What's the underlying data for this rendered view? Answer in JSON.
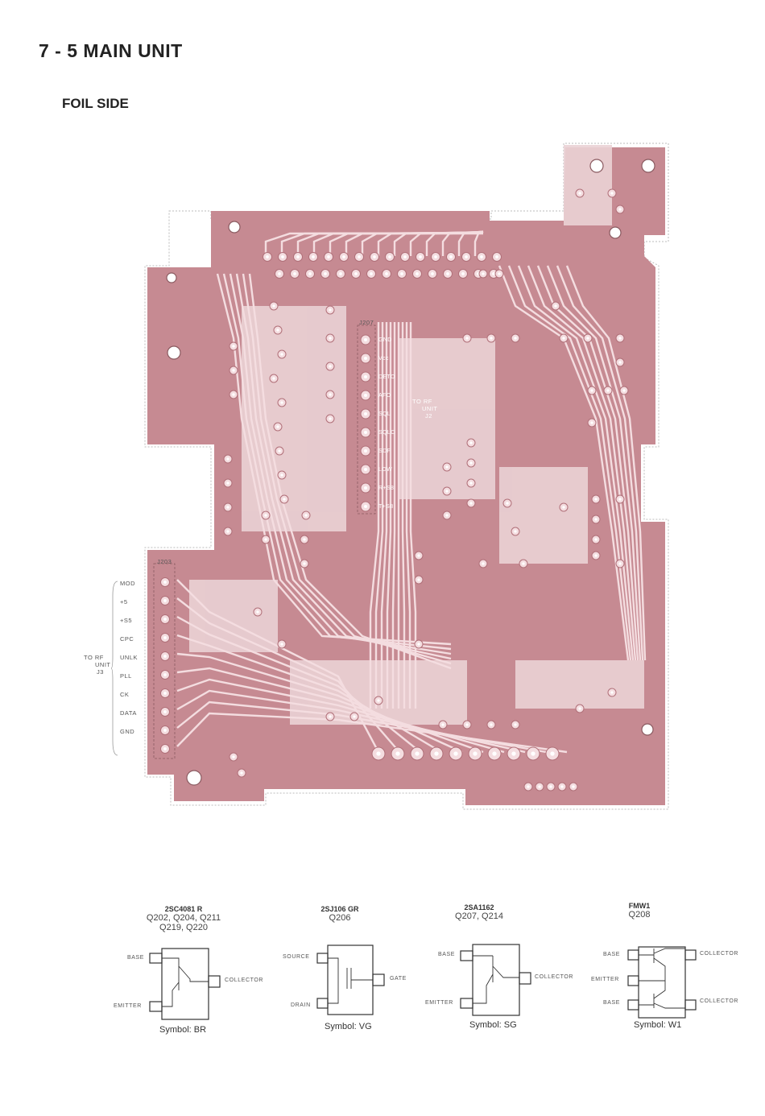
{
  "header": {
    "title": "7 - 5   MAIN UNIT",
    "subtitle": "FOIL SIDE"
  },
  "j207": {
    "ref": "J207",
    "pins": [
      "GND",
      "Vcc",
      "DETO",
      "AFO",
      "SQL",
      "SQLC",
      "SDF",
      "LOW",
      "R+S8",
      "T+S8"
    ],
    "dest": [
      "TO RF",
      "UNIT",
      "J2"
    ]
  },
  "j203": {
    "ref": "J203",
    "pins": [
      "MOD",
      "+5",
      "+S5",
      "CPC",
      "UNLK",
      "PLL",
      "CK",
      "DATA",
      "GND"
    ],
    "dest": [
      "TO RF",
      "UNIT",
      "J3"
    ]
  },
  "transistors": [
    {
      "part": "2SC4081 R",
      "refs": [
        "Q202, Q204, Q211",
        "Q219, Q220"
      ],
      "terminals": [
        "BASE",
        "EMITTER",
        "COLLECTOR"
      ],
      "symbol": "Symbol:  BR"
    },
    {
      "part": "2SJ106 GR",
      "refs": [
        "Q206"
      ],
      "terminals": [
        "SOURCE",
        "DRAIN",
        "GATE"
      ],
      "symbol": "Symbol:  VG"
    },
    {
      "part": "2SA1162",
      "refs": [
        "Q207, Q214"
      ],
      "terminals": [
        "BASE",
        "EMITTER",
        "COLLECTOR"
      ],
      "symbol": "Symbol:  SG"
    },
    {
      "part": "FMW1",
      "refs": [
        "Q208"
      ],
      "terminals": [
        "BASE",
        "EMITTER",
        "BASE",
        "COLLECTOR",
        "COLLECTOR"
      ],
      "symbol": "Symbol:  W1"
    }
  ],
  "colors": {
    "copper": "#c4868d",
    "trace": "#f4dde0",
    "board": "#c68a92",
    "ink": "#333333"
  }
}
